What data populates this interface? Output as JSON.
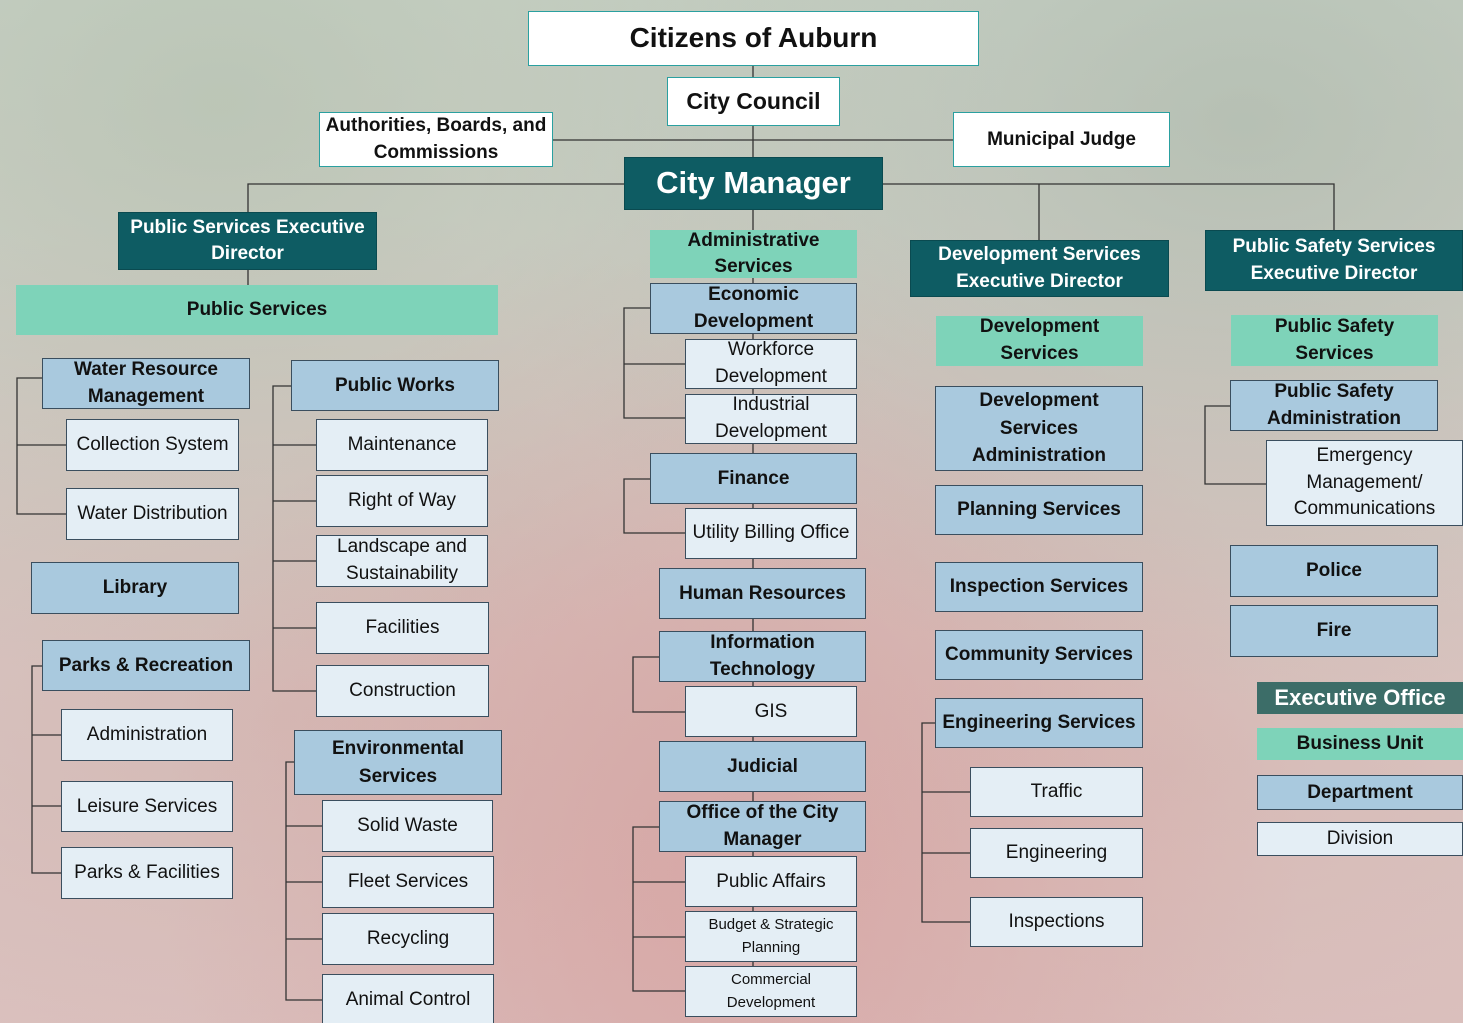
{
  "top": {
    "citizens": "Citizens of Auburn",
    "council": "City Council",
    "authorities": "Authorities, Boards, and Commissions",
    "judge": "Municipal Judge",
    "manager": "City Manager"
  },
  "public_services": {
    "executive": "Public Services Executive Director",
    "unit": "Public Services",
    "water": {
      "name": "Water Resource Management",
      "divisions": [
        "Collection System",
        "Water Distribution"
      ]
    },
    "library": "Library",
    "parks": {
      "name": "Parks & Recreation",
      "divisions": [
        "Administration",
        "Leisure Services",
        "Parks & Facilities"
      ]
    },
    "works": {
      "name": "Public Works",
      "divisions": [
        "Maintenance",
        "Right of Way",
        "Landscape and Sustainability",
        "Facilities",
        "Construction"
      ]
    },
    "environmental": {
      "name": "Environmental Services",
      "divisions": [
        "Solid Waste",
        "Fleet Services",
        "Recycling",
        "Animal Control"
      ]
    }
  },
  "administrative": {
    "unit": "Administrative Services",
    "economic": {
      "name": "Economic Development",
      "divisions": [
        "Workforce Development",
        "Industrial Development"
      ]
    },
    "finance": {
      "name": "Finance",
      "divisions": [
        "Utility Billing Office"
      ]
    },
    "hr": "Human Resources",
    "it": {
      "name": "Information Technology",
      "divisions": [
        "GIS"
      ]
    },
    "judicial": "Judicial",
    "office": {
      "name": "Office of the City Manager",
      "divisions": [
        "Public Affairs",
        "Budget & Strategic Planning",
        "Commercial Development"
      ]
    }
  },
  "development": {
    "executive": "Development Services Executive Director",
    "unit": "Development Services",
    "departments": [
      "Development Services Administration",
      "Planning Services",
      "Inspection Services",
      "Community Services"
    ],
    "engineering": {
      "name": "Engineering Services",
      "divisions": [
        "Traffic",
        "Engineering",
        "Inspections"
      ]
    }
  },
  "public_safety": {
    "executive": "Public Safety Services Executive Director",
    "unit": "Public Safety Services",
    "admin": {
      "name": "Public Safety Administration",
      "divisions": [
        "Emergency Management/ Communications"
      ]
    },
    "departments": [
      "Police",
      "Fire"
    ]
  },
  "legend": {
    "executive": "Executive Office",
    "unit": "Business Unit",
    "department": "Department",
    "division": "Division"
  },
  "colors": {
    "executive": "#0e5c63",
    "business_unit": "#7ed3b9",
    "department": "#a9c9de",
    "division": "#e4eef5",
    "top_border": "#2aa0a0"
  }
}
